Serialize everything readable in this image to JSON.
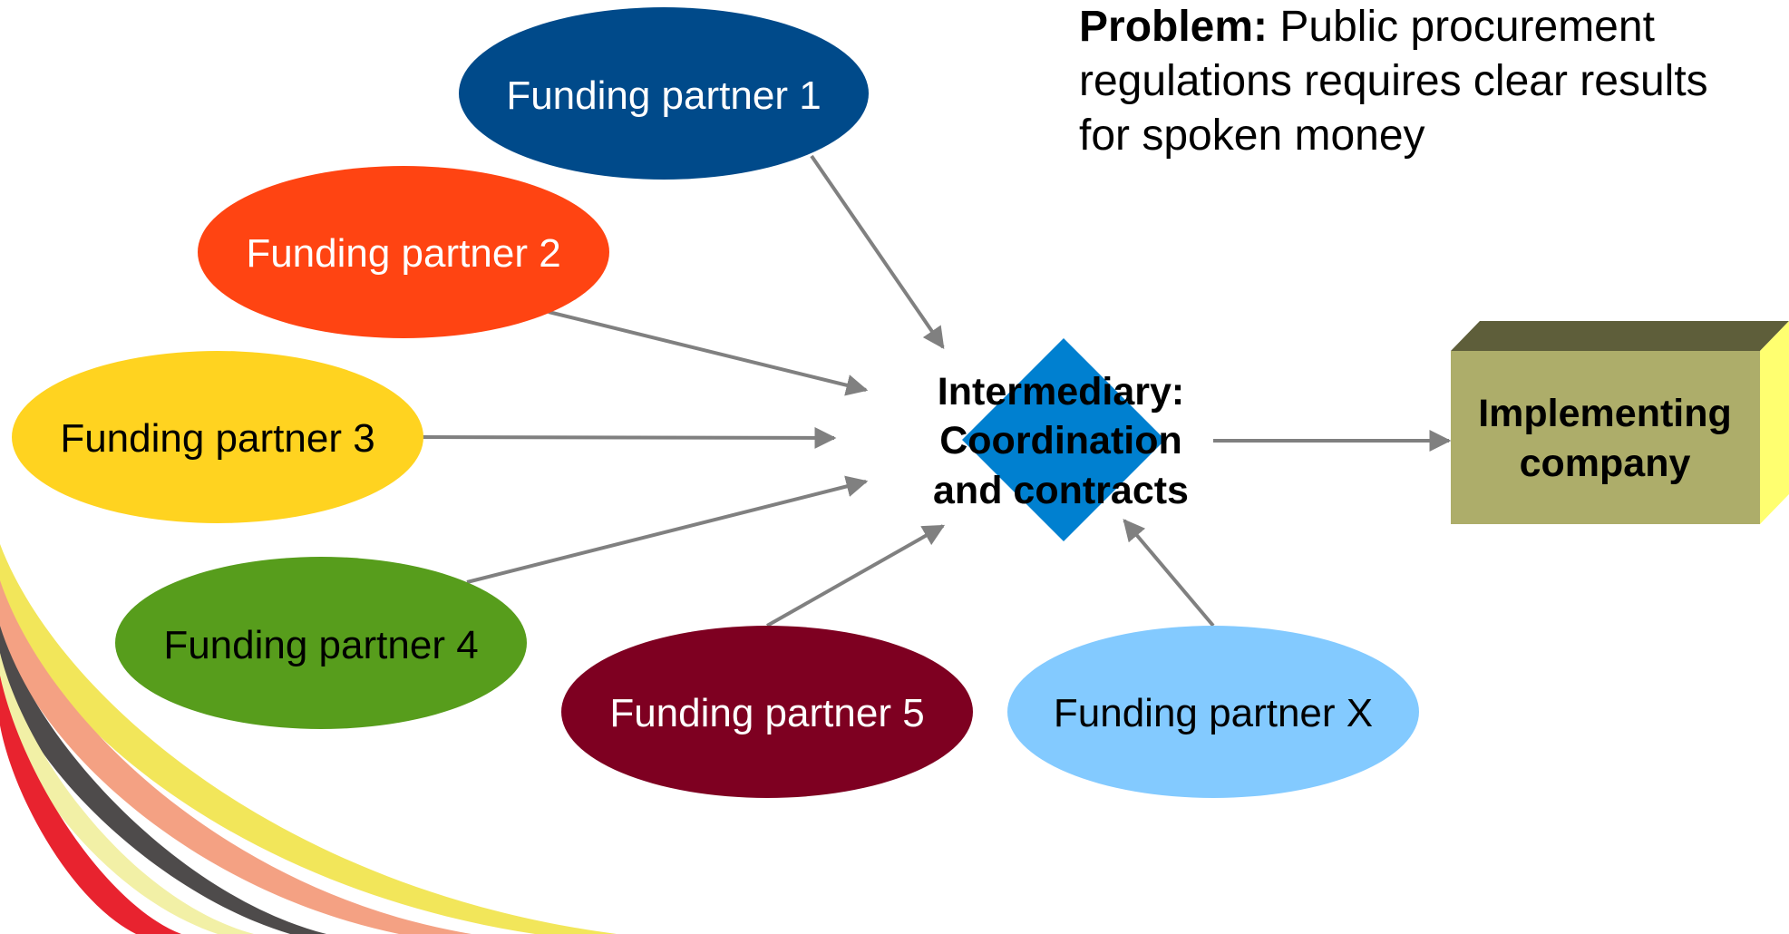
{
  "problem": {
    "heading": "Problem:",
    "text": "Public procurement regulations requires clear results for spoken money"
  },
  "hub": {
    "line1": "Intermediary:",
    "line2": "Coordination",
    "line3": "and contracts",
    "color": "#0080d0"
  },
  "target": {
    "line1": "Implementing",
    "line2": "company",
    "color": "#adad6a"
  },
  "partners": [
    {
      "label": "Funding partner 1",
      "color": "#004a8a"
    },
    {
      "label": "Funding partner 2",
      "color": "#ff4412"
    },
    {
      "label": "Funding partner 3",
      "color": "#ffd320"
    },
    {
      "label": "Funding partner 4",
      "color": "#579d1c"
    },
    {
      "label": "Funding partner 5",
      "color": "#7e0021"
    },
    {
      "label": "Funding partner X",
      "color": "#83caff"
    }
  ],
  "decoration": {
    "swoosh_colors": [
      "#e8232f",
      "#f2f0a6",
      "#4e4b4b",
      "#f4a183",
      "#f2e65a"
    ]
  }
}
